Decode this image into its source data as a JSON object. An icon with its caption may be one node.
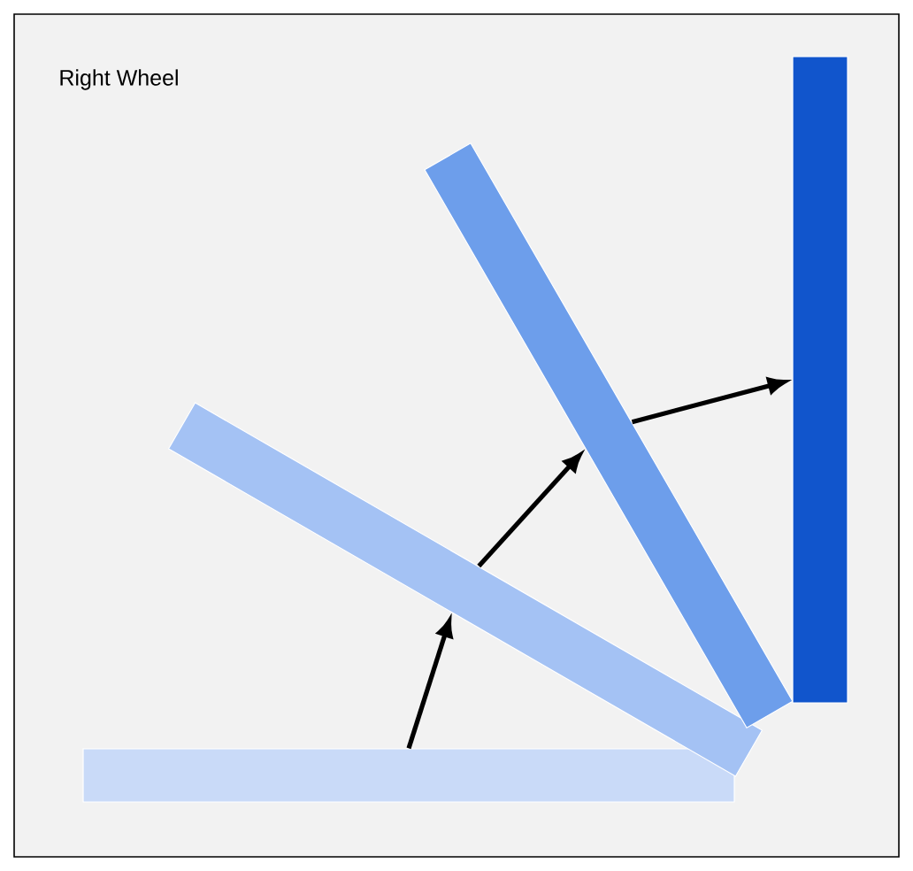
{
  "diagram": {
    "title": "Right Wheel",
    "nodes": [
      {
        "text": [],
        "shape": "bar"
      },
      {
        "text": [],
        "shape": "bar"
      },
      {
        "text": [],
        "shape": "bar"
      },
      {
        "text": [],
        "shape": "bar"
      }
    ],
    "edges": [
      {
        "from": 0,
        "to": 1,
        "arrow": "to"
      },
      {
        "from": 1,
        "to": 2,
        "arrow": "to"
      },
      {
        "from": 2,
        "to": 3,
        "arrow": "to"
      }
    ]
  }
}
